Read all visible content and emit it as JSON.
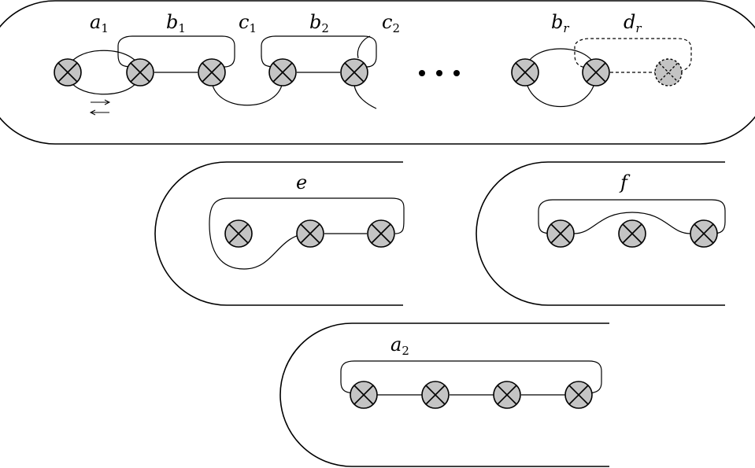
{
  "diagram": {
    "labels": {
      "a1": {
        "main": "a",
        "sub": "1"
      },
      "b1": {
        "main": "b",
        "sub": "1"
      },
      "c1": {
        "main": "c",
        "sub": "1"
      },
      "b2": {
        "main": "b",
        "sub": "2"
      },
      "c2": {
        "main": "c",
        "sub": "2"
      },
      "br": {
        "main": "b",
        "sub": "r"
      },
      "dr": {
        "main": "d",
        "sub": "r"
      },
      "e": {
        "main": "e"
      },
      "f": {
        "main": "f"
      },
      "a2": {
        "main": "a",
        "sub": "2"
      }
    },
    "colors": {
      "crosscap_fill": "#c4c4c4",
      "stroke": "#000000",
      "background": "#ffffff"
    }
  }
}
